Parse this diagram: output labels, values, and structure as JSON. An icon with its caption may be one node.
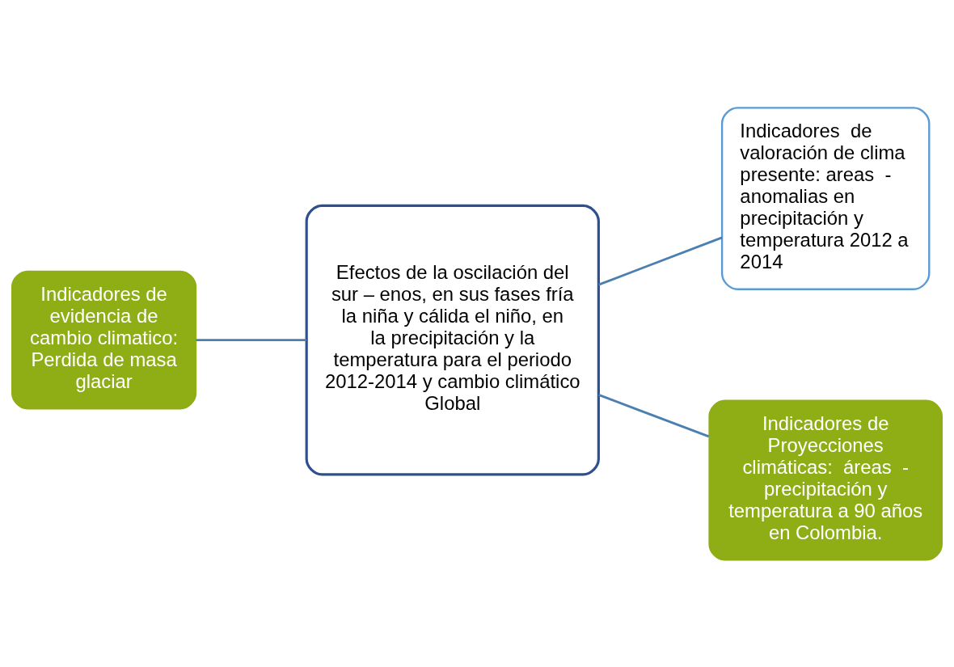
{
  "diagram": {
    "nodes": [
      {
        "text": [
          "Efectos de la oscilación del sur – enos, en sus fases fría la niña y cálida el niño, en la precipitación y la temperatura para el periodo 2012-2014 y cambio climático Global"
        ]
      },
      {
        "text": [
          "Indicadores  de valoración de clima presente: areas  - anomalias en precipitación y temperatura 2012 a 2014"
        ]
      },
      {
        "text": [
          "Indicadores de evidencia de cambio climatico: Perdida de masa glaciar"
        ]
      },
      {
        "text": [
          "Indicadores de Proyecciones climáticas:  áreas  - precipitación y temperatura a 90 años en Colombia."
        ]
      }
    ],
    "edges": [
      {
        "from": 2,
        "to": 0,
        "arrow": "none"
      },
      {
        "from": 0,
        "to": 1,
        "arrow": "none"
      },
      {
        "from": 0,
        "to": 3,
        "arrow": "none"
      }
    ]
  }
}
